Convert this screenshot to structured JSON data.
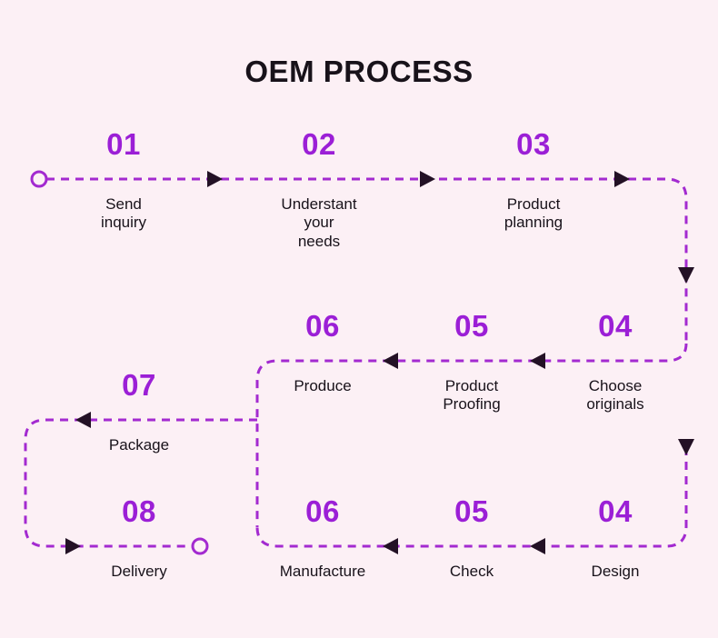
{
  "page": {
    "title": "OEM PROCESS",
    "background_color": "#fcf0f5",
    "accent_color": "#9b1fd6",
    "line_color": "#a32ad0",
    "arrow_color": "#231125",
    "text_color": "#18121a"
  },
  "chart_data": {
    "type": "diagram",
    "title": "OEM PROCESS",
    "layout": "serpentine-flowchart",
    "rows": 4,
    "start_marker": "hollow-circle",
    "end_marker": "hollow-circle",
    "connector_style": "dashed",
    "steps": [
      {
        "number": "01",
        "label": "Send inquiry",
        "row": 1,
        "direction": "right"
      },
      {
        "number": "02",
        "label": "Understant your needs",
        "row": 1,
        "direction": "right"
      },
      {
        "number": "03",
        "label": "Product planning",
        "row": 1,
        "direction": "right"
      },
      {
        "number": "04",
        "label": "Choose\noriginals",
        "row": 2,
        "direction": "left"
      },
      {
        "number": "05",
        "label": "Product\nProofing",
        "row": 2,
        "direction": "left"
      },
      {
        "number": "06",
        "label": "Produce",
        "row": 2,
        "direction": "left"
      },
      {
        "number": "07",
        "label": "Package",
        "row": 3,
        "direction": "left"
      },
      {
        "number": "08",
        "label": "Delivery",
        "row": 4,
        "direction": "right"
      },
      {
        "number": "06",
        "label": "Manufacture",
        "row": 4,
        "direction": "left"
      },
      {
        "number": "05",
        "label": "Check",
        "row": 4,
        "direction": "left"
      },
      {
        "number": "04",
        "label": "Design",
        "row": 4,
        "direction": "left"
      }
    ]
  },
  "steps": {
    "s01": {
      "num": "01",
      "label": "Send inquiry"
    },
    "s02": {
      "num": "02",
      "label": "Understant your needs"
    },
    "s03": {
      "num": "03",
      "label": "Product planning"
    },
    "s04": {
      "num": "04",
      "label": "Choose\noriginals"
    },
    "s05": {
      "num": "05",
      "label": "Product\nProofing"
    },
    "s06": {
      "num": "06",
      "label": "Produce"
    },
    "s07": {
      "num": "07",
      "label": "Package"
    },
    "s08": {
      "num": "08",
      "label": "Delivery"
    },
    "s09": {
      "num": "06",
      "label": "Manufacture"
    },
    "s10": {
      "num": "05",
      "label": "Check"
    },
    "s11": {
      "num": "04",
      "label": "Design"
    }
  }
}
